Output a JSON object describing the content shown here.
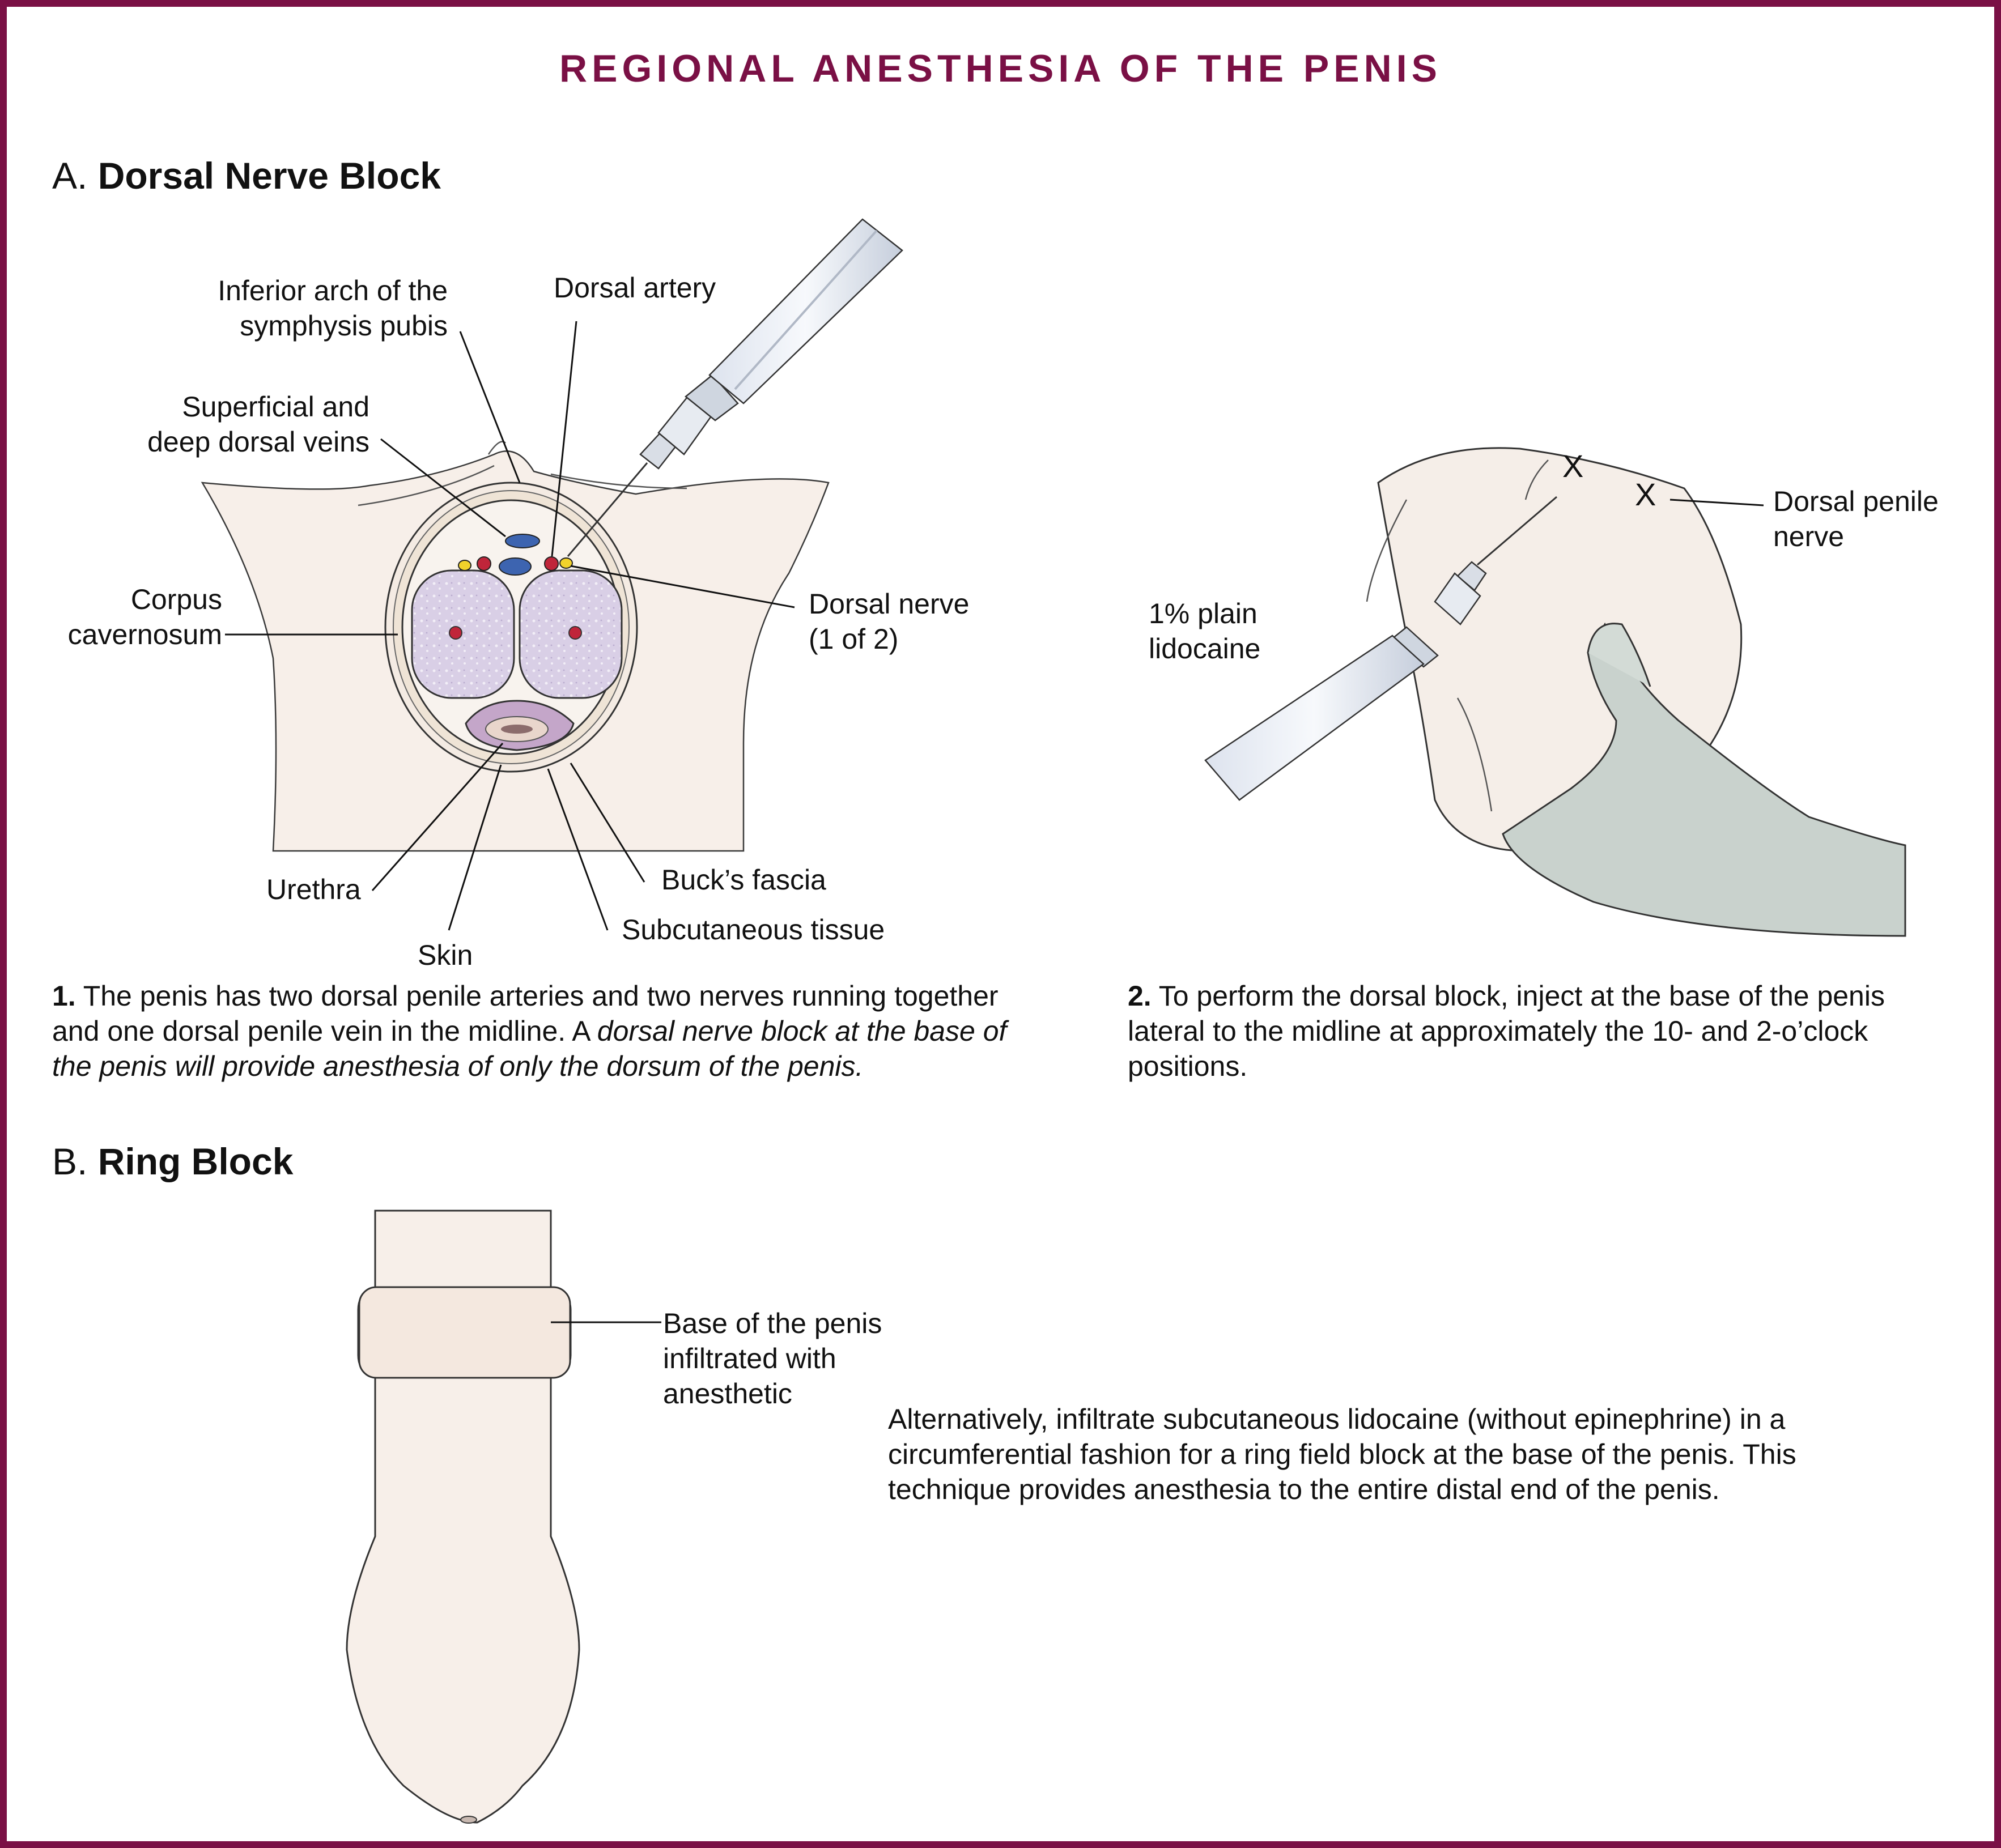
{
  "title": "REGIONAL ANESTHESIA OF THE PENIS",
  "sectionA": {
    "letter": "A.",
    "name": "Dorsal Nerve Block",
    "labels": {
      "inferior_arch": "Inferior arch of the\nsymphysis pubis",
      "dorsal_artery": "Dorsal artery",
      "superficial_veins": "Superficial and\ndeep dorsal veins",
      "corpus": "Corpus\ncavernosum",
      "dorsal_nerve": "Dorsal nerve\n(1 of 2)",
      "urethra": "Urethra",
      "skin": "Skin",
      "bucks_fascia": "Buck’s fascia",
      "subcutaneous": "Subcutaneous tissue",
      "lidocaine": "1% plain\nlidocaine",
      "dorsal_penile_nerve": "Dorsal penile\nnerve",
      "mark_x1": "X",
      "mark_x2": "X"
    },
    "step1": {
      "num": "1.",
      "text": "The penis has two dorsal penile arteries and two nerves running together and one dorsal penile vein in the midline. A",
      "italic": "dorsal nerve block at the base of the penis will provide anesthesia of only the dorsum of the penis."
    },
    "step2": {
      "num": "2.",
      "text": "To perform the dorsal block, inject at the base of the penis lateral to the midline at approximately the 10- and 2-o’clock positions."
    }
  },
  "sectionB": {
    "letter": "B.",
    "name": "Ring Block",
    "base_label": "Base of the penis\ninfiltrated with\nanesthetic",
    "description": "Alternatively, infiltrate subcutaneous lidocaine (without epinephrine) in a circumferential fashion for a ring field block at the base of the penis. This technique provides anesthesia to the entire distal end of the penis."
  },
  "colors": {
    "frame": "#7a1045",
    "skin": "#f7efe9",
    "corpus": "#d6cbe3",
    "urethra": "#c4a6c9",
    "vein": "#3d64b0",
    "artery": "#c0253a",
    "nerve": "#f2d22b",
    "glove": "#c9d2cd"
  }
}
